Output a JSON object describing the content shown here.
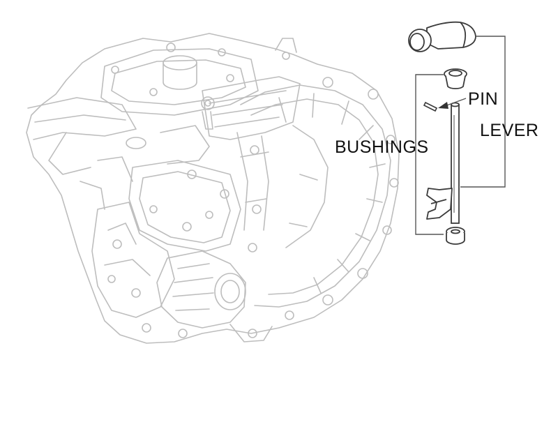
{
  "diagram": {
    "labels": {
      "pin": "PIN",
      "bushings": "BUSHINGS",
      "lever": "LEVER"
    },
    "colors": {
      "background": "#ffffff",
      "housing_line": "#bdbdbd",
      "part_line": "#3a3a3a",
      "leader_line": "#555555",
      "text": "#111111"
    },
    "parts": [
      "gearbox-housing",
      "lever-arm",
      "upper-bushing",
      "retaining-pin",
      "shaft",
      "release-fork",
      "lower-bushing"
    ]
  }
}
